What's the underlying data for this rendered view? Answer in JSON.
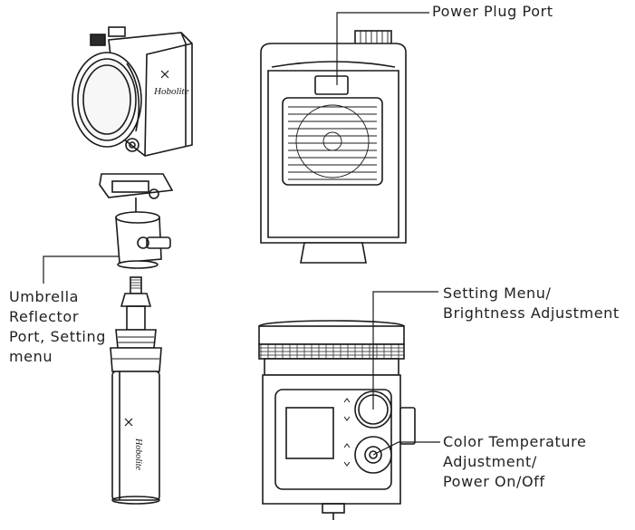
{
  "product": {
    "brand_mark": "Hobolite"
  },
  "callouts": {
    "power_plug_port": [
      "Power Plug Port"
    ],
    "umbrella_port": [
      "Umbrella",
      "Reflector",
      "Port, Setting",
      "menu"
    ],
    "setting_menu": [
      "Setting Menu/",
      "Brightness Adjustment"
    ],
    "color_temperature": [
      "Color Temperature",
      "Adjustment/",
      "Power On/Off"
    ]
  },
  "colors": {
    "line": "#1a1a1a",
    "background": "#ffffff",
    "dark_part": "#2a2a2a"
  }
}
